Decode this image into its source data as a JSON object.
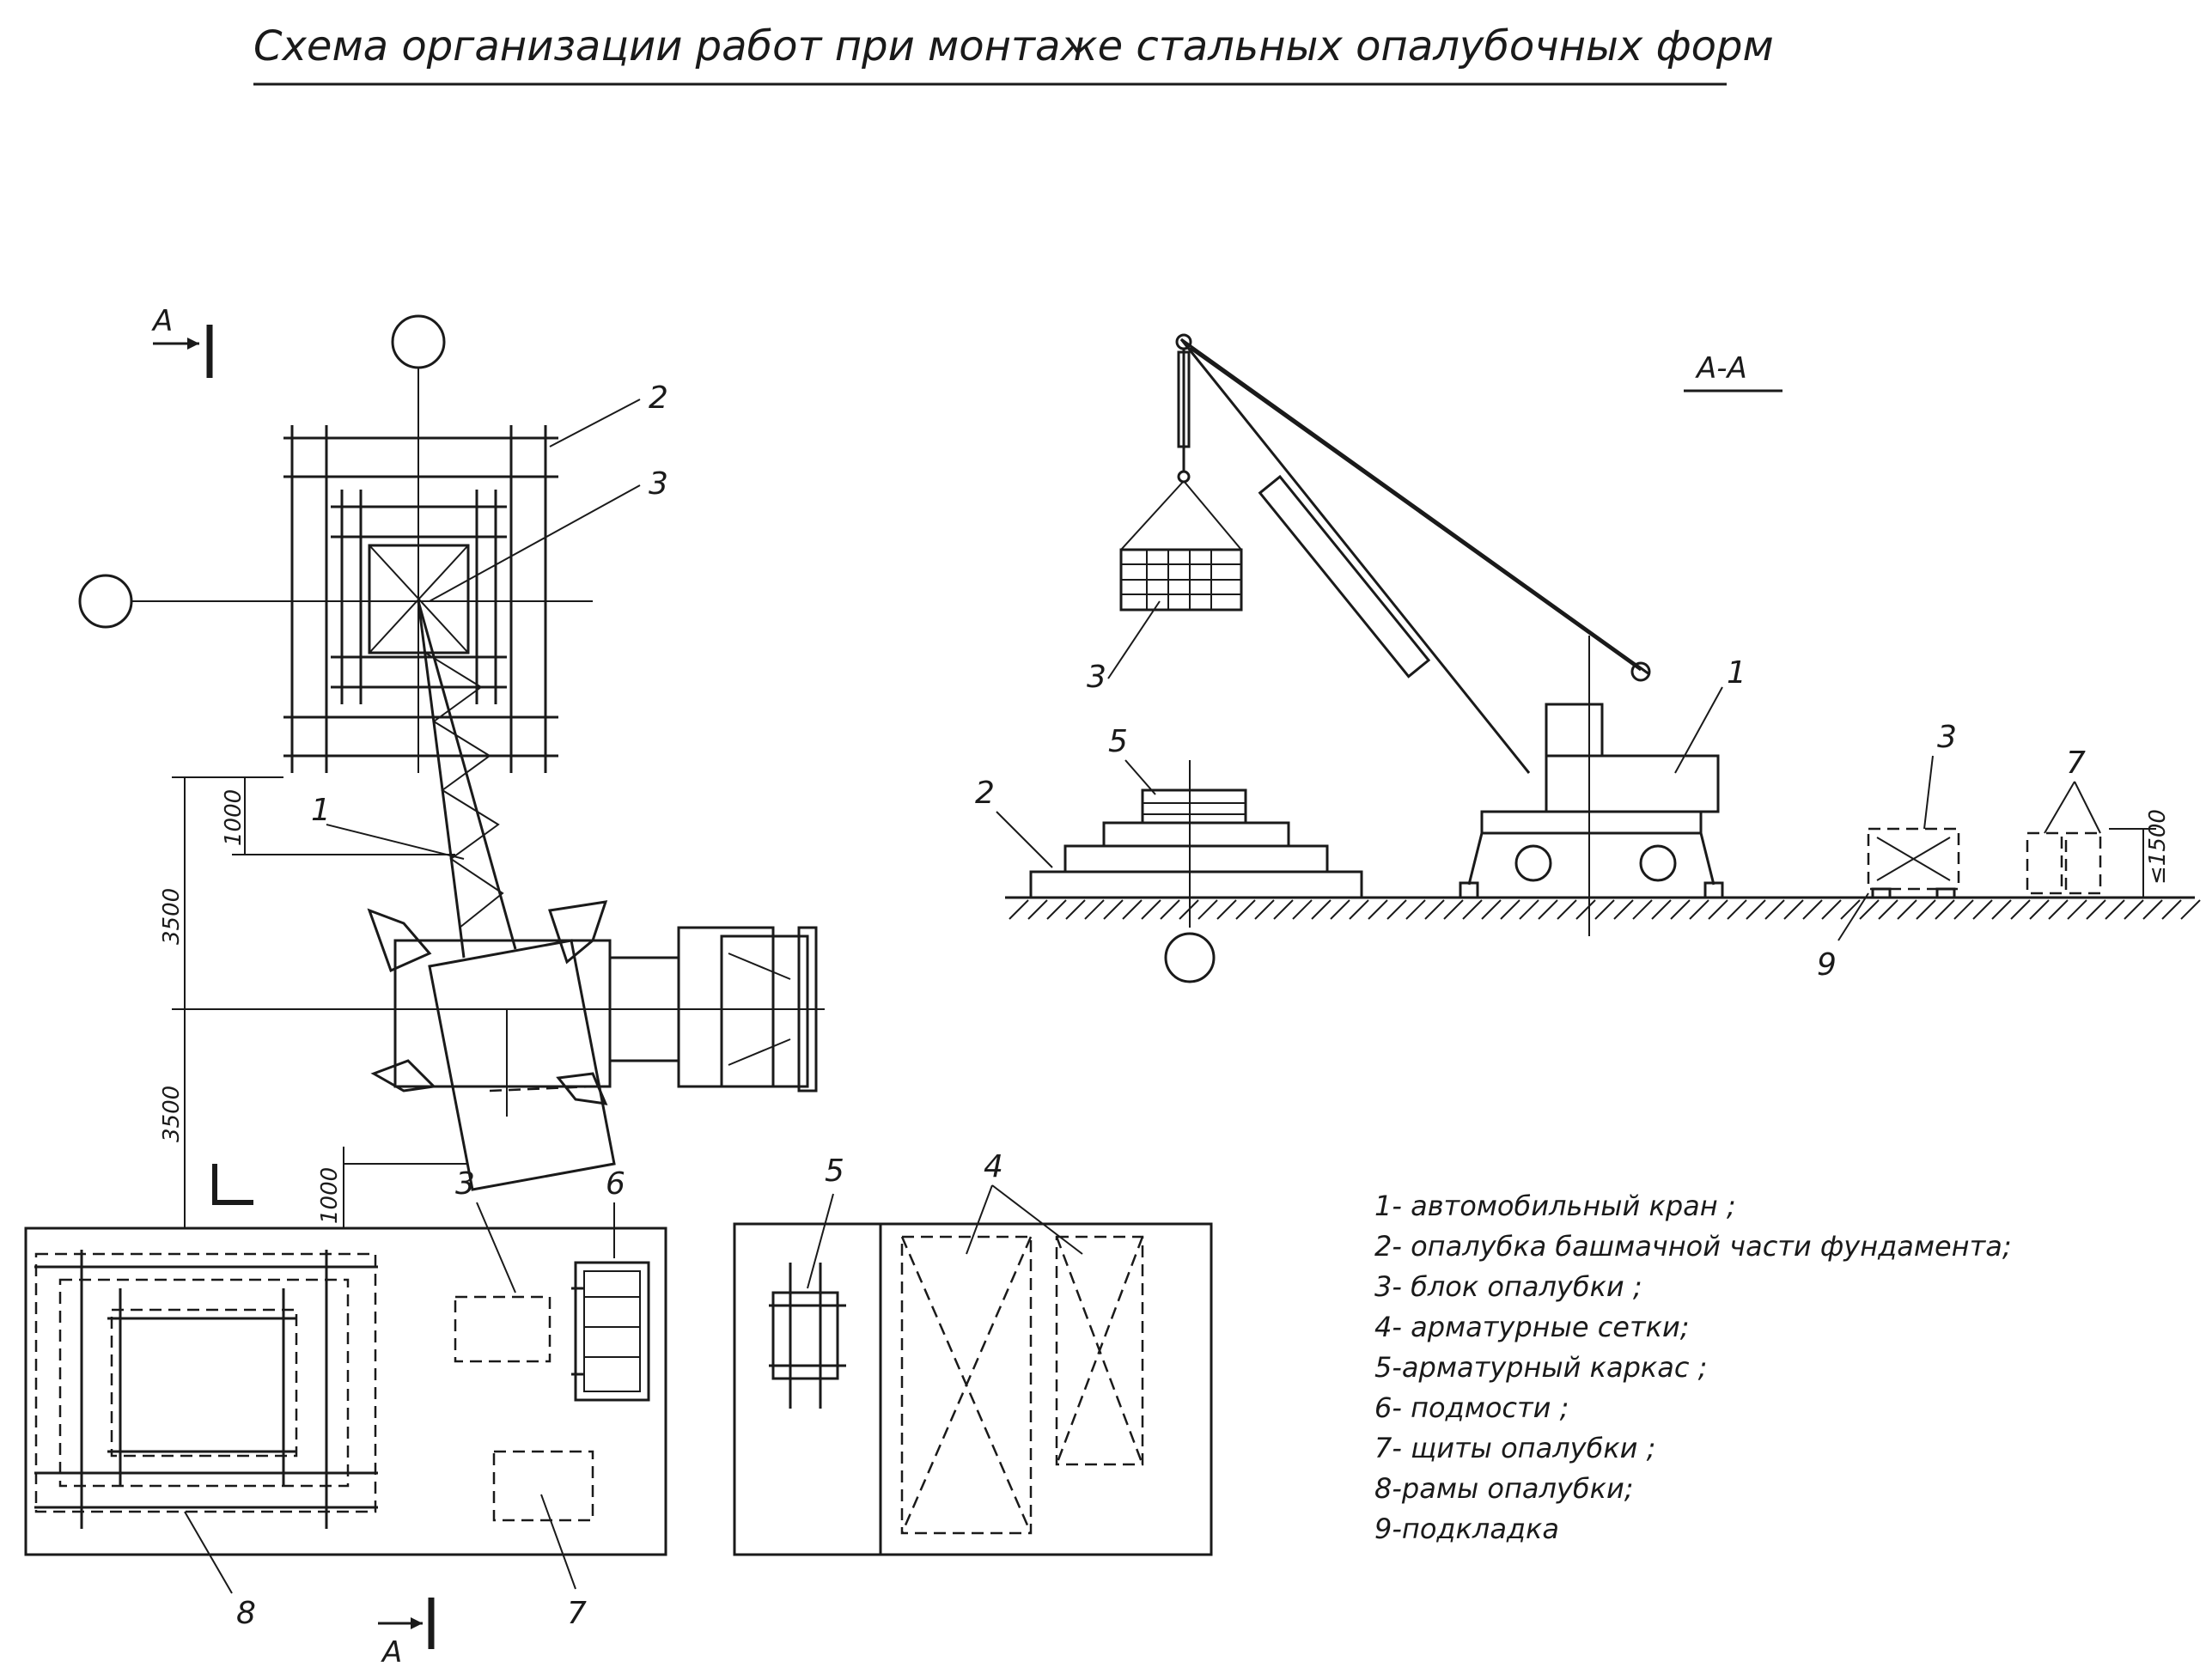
{
  "title": "Схема организации работ при монтаже стальных опалубочных форм",
  "section_label": "А-А",
  "section_mark": "А",
  "dimensions": {
    "d1000_top": "1000",
    "d3500_a": "3500",
    "d3500_b": "3500",
    "d1000_bottom": "1000",
    "d1500": "≤1500"
  },
  "plan_labels": {
    "n1": "1",
    "n2": "2",
    "n3": "3",
    "n3b": "3",
    "n6": "6",
    "n5": "5",
    "n4": "4",
    "n7": "7",
    "n8": "8"
  },
  "section_labels": {
    "n1": "1",
    "n2": "2",
    "n3": "3",
    "n3b": "3",
    "n5": "5",
    "n7": "7",
    "n9": "9"
  },
  "legend": [
    "1- автомобильный кран ;",
    "2- опалубка башмачной части фундамента;",
    "3- блок опалубки ;",
    "4- арматурные сетки;",
    "5-арматурный каркас ;",
    "6- подмости ;",
    "7- щиты опалубки ;",
    "8-рамы опалубки;",
    "9-подкладка"
  ]
}
